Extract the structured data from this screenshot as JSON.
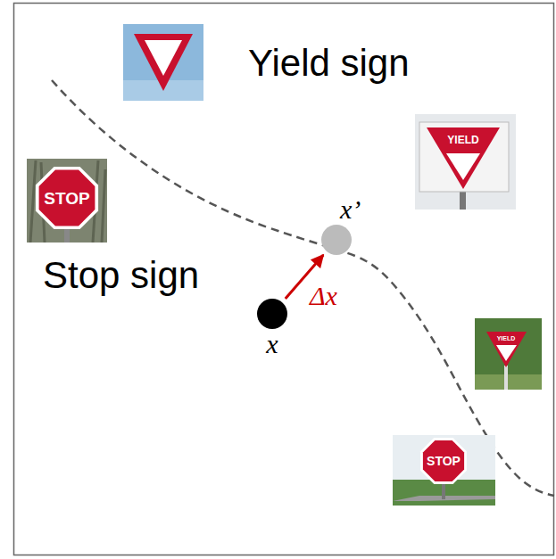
{
  "diagram": {
    "nodes": [
      {
        "text": [
          "x’"
        ]
      },
      {
        "text": [
          "x"
        ]
      }
    ],
    "edges": [
      {
        "from": 1,
        "to": 0,
        "arrow": "to",
        "label": "Δx"
      }
    ],
    "labels": [
      "Yield sign",
      "Stop sign",
      "STOP",
      "YIELD",
      "YIELD",
      "STOP"
    ]
  }
}
